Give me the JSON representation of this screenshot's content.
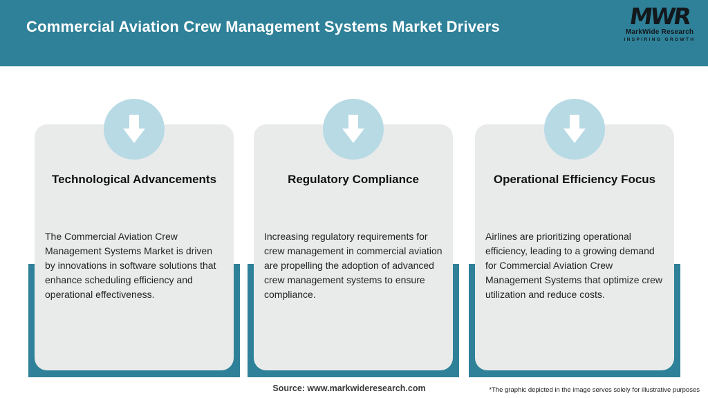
{
  "header": {
    "title": "Commercial Aviation Crew Management Systems Market Drivers",
    "logo": {
      "acronym": "MWR",
      "name": "MarkWide Research",
      "tagline": "INSPIRING GROWTH"
    }
  },
  "cards": [
    {
      "icon": "down-arrow-icon",
      "title": "Technological Advancements",
      "description": "The Commercial Aviation Crew Management Systems Market is driven by innovations in software solutions that enhance scheduling efficiency and operational effectiveness."
    },
    {
      "icon": "down-arrow-icon",
      "title": "Regulatory Compliance",
      "description": "Increasing regulatory requirements for crew management in commercial aviation are propelling the adoption of advanced crew management systems to ensure compliance."
    },
    {
      "icon": "down-arrow-icon",
      "title": "Operational Efficiency Focus",
      "description": "Airlines are prioritizing operational efficiency, leading to a growing demand for Commercial Aviation Crew Management Systems that optimize crew utilization and reduce costs."
    }
  ],
  "footer": {
    "source": "Source: www.markwideresearch.com",
    "disclaimer": "*The graphic depicted in the image serves solely for illustrative purposes"
  },
  "colors": {
    "teal": "#2E8198",
    "icon_circle_blue": "#B7DAE5",
    "card_background": "#E9EBEB",
    "header_text": "#FFFFFF",
    "logo_text": "#12181C"
  }
}
